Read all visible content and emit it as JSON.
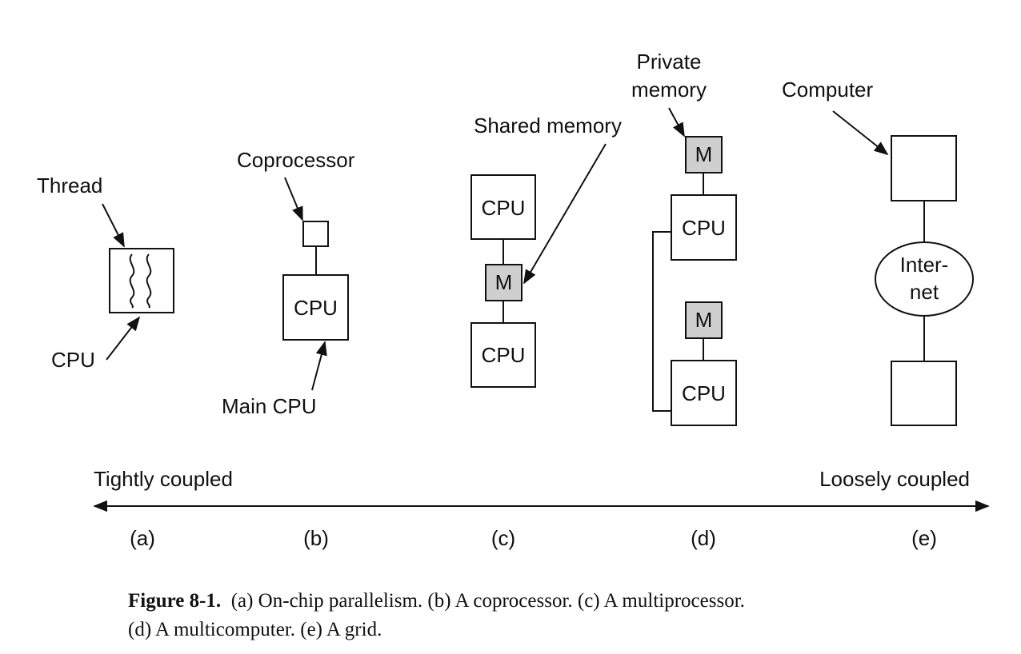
{
  "labels": {
    "thread": "Thread",
    "cpu_a": "CPU",
    "coprocessor": "Coprocessor",
    "cpu_b": "CPU",
    "main_cpu": "Main CPU",
    "shared_memory": "Shared memory",
    "cpu_c_top": "CPU",
    "mem_c": "M",
    "cpu_c_bottom": "CPU",
    "private_memory_line1": "Private",
    "private_memory_line2": "memory",
    "mem_d_top": "M",
    "cpu_d_top": "CPU",
    "mem_d_bottom": "M",
    "cpu_d_bottom": "CPU",
    "computer": "Computer",
    "internet_line1": "Inter-",
    "internet_line2": "net"
  },
  "axis": {
    "left_label": "Tightly coupled",
    "right_label": "Loosely coupled"
  },
  "panels": [
    "(a)",
    "(b)",
    "(c)",
    "(d)",
    "(e)"
  ],
  "caption": {
    "figure": "Figure 8-1.",
    "line1": "(a) On-chip parallelism. (b) A coprocessor. (c) A multiprocessor.",
    "line2": "(d) A multicomputer. (e) A grid."
  },
  "colors": {
    "memory_fill": "#cfcfcf",
    "stroke": "#111111"
  }
}
